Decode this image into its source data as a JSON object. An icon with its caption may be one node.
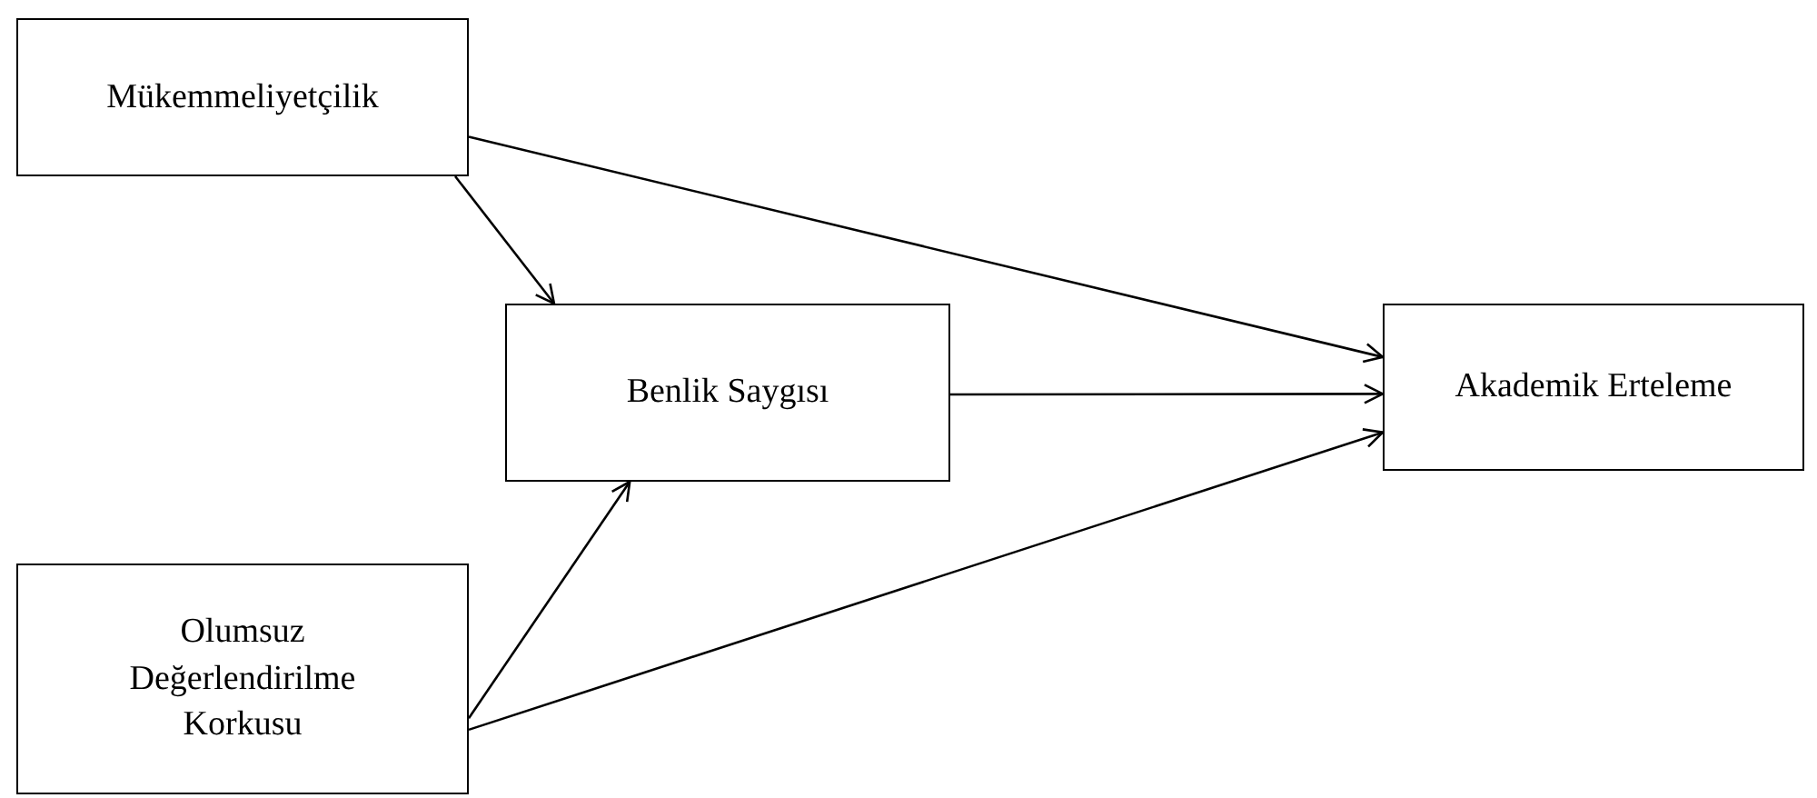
{
  "diagram": {
    "nodes": [
      {
        "text": [
          "Mükemmeliyetçilik"
        ]
      },
      {
        "text": [
          "Benlik Saygısı"
        ]
      },
      {
        "text": [
          "Akademik Erteleme"
        ]
      },
      {
        "text": [
          "Olumsuz Değerlendirilme Korkusu"
        ]
      }
    ],
    "edges": [
      {
        "from": 0,
        "to": 1,
        "arrow": "to"
      },
      {
        "from": 0,
        "to": 2,
        "arrow": "to"
      },
      {
        "from": 1,
        "to": 2,
        "arrow": "to"
      },
      {
        "from": 3,
        "to": 1,
        "arrow": "to"
      },
      {
        "from": 3,
        "to": 2,
        "arrow": "to"
      }
    ]
  }
}
